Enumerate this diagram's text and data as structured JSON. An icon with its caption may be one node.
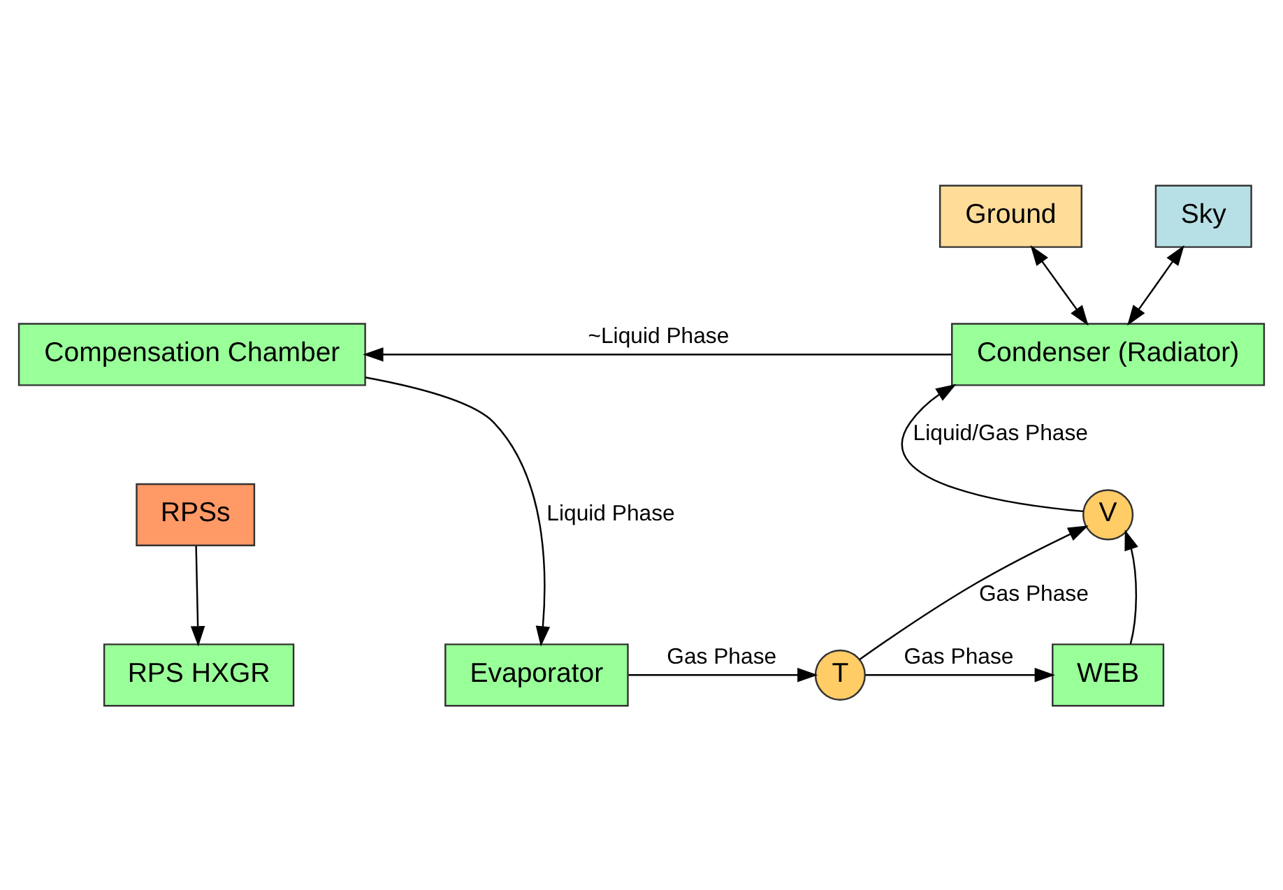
{
  "diagram": {
    "nodes": [
      {
        "text": [
          "Ground"
        ]
      },
      {
        "text": [
          "Sky"
        ]
      },
      {
        "text": [
          "Condenser (Radiator)"
        ]
      },
      {
        "text": [
          "Compensation Chamber"
        ]
      },
      {
        "text": [
          "RPSs"
        ]
      },
      {
        "text": [
          "RPS HXGR"
        ]
      },
      {
        "text": [
          "Evaporator"
        ]
      },
      {
        "text": [
          "T"
        ]
      },
      {
        "text": [
          "V"
        ]
      },
      {
        "text": [
          "WEB"
        ]
      }
    ],
    "edges": [
      {
        "from": 0,
        "to": 2,
        "arrow": "both"
      },
      {
        "from": 1,
        "to": 2,
        "arrow": "both"
      },
      {
        "from": 2,
        "to": 3,
        "arrow": "to",
        "label": "~Liquid Phase"
      },
      {
        "from": 3,
        "to": 6,
        "arrow": "to",
        "label": "Liquid Phase"
      },
      {
        "from": 4,
        "to": 5,
        "arrow": "to"
      },
      {
        "from": 6,
        "to": 7,
        "arrow": "to",
        "label": "Gas Phase"
      },
      {
        "from": 7,
        "to": 9,
        "arrow": "to",
        "label": "Gas Phase"
      },
      {
        "from": 7,
        "to": 8,
        "arrow": "to",
        "label": "Gas Phase"
      },
      {
        "from": 9,
        "to": 8,
        "arrow": "to"
      },
      {
        "from": 8,
        "to": 2,
        "arrow": "to",
        "label": "Liquid/Gas Phase"
      }
    ]
  }
}
